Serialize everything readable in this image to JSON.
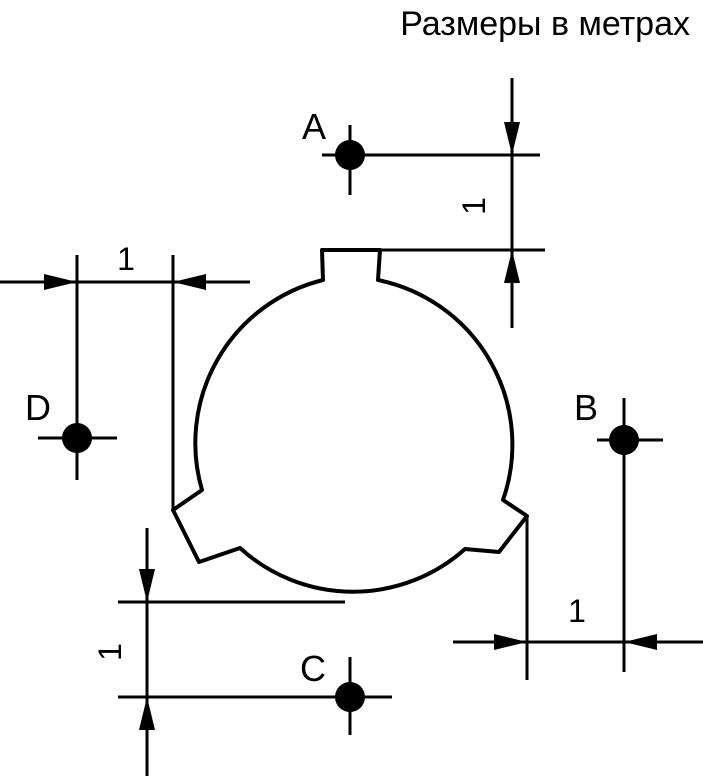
{
  "title": "Размеры в метрах",
  "points": {
    "a": "A",
    "b": "B",
    "c": "C",
    "d": "D"
  },
  "dimensions": {
    "top_right": "1",
    "top_left": "1",
    "bottom_left": "1",
    "bottom_right": "1"
  },
  "colors": {
    "ink": "#000000",
    "background": "#ffffff"
  }
}
